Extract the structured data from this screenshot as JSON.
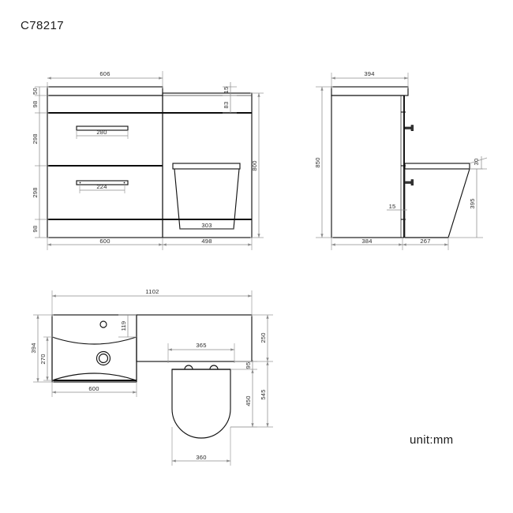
{
  "sheet": {
    "title": "C78217",
    "unit_note": "unit:mm",
    "background_color": "#ffffff",
    "line_color": "#141414",
    "dimension_color": "#8c8c8c"
  },
  "views": {
    "front_elevation": {
      "name": "front-elevation",
      "dimensions": {
        "top_width_606": "606",
        "left_h_50": "50",
        "left_h_98_top": "98",
        "left_h_298_upper": "298",
        "left_h_298_lower": "298",
        "left_h_98_bottom": "98",
        "right_h_15": "15",
        "right_h_83": "83",
        "overall_height_800": "800",
        "handle_upper_280": "280",
        "handle_lower_224": "224",
        "toilet_base_303": "303",
        "bottom_w_600": "600",
        "bottom_w_498": "498"
      }
    },
    "side_elevation": {
      "name": "side-elevation",
      "dimensions": {
        "top_width_394": "394",
        "overall_height_850": "850",
        "mid_15": "15",
        "seat_thickness_30": "30",
        "toilet_height_395": "395",
        "bottom_w_384": "384",
        "bottom_w_267": "267"
      }
    },
    "plan_view": {
      "name": "plan-view",
      "dimensions": {
        "overall_width_1102": "1102",
        "tap_offset_119": "119",
        "basin_depth_394": "394",
        "bowl_depth_270": "270",
        "basin_width_600": "600",
        "toilet_width_365": "365",
        "offset_250": "250",
        "seat_gap_95": "95",
        "seat_length_450": "450",
        "total_545": "545",
        "seat_width_360": "360"
      }
    }
  }
}
